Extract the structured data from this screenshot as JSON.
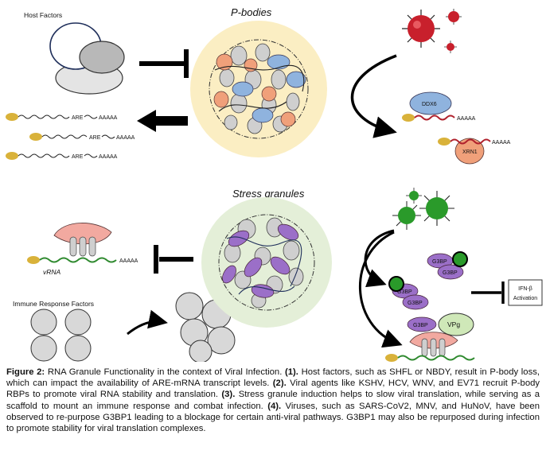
{
  "top_panel": {
    "title": "P-bodies",
    "host_factors_label": "Host Factors",
    "transcripts": [
      {
        "tag": "ARE",
        "tail": "AAAAA"
      },
      {
        "tag": "ARE",
        "tail": "AAAAA"
      },
      {
        "tag": "ARE",
        "tail": "AAAAA"
      }
    ],
    "ddx_label": "DDX6",
    "xrn_label": "XRN1",
    "capped_tail": "AAAAA"
  },
  "bottom_panel": {
    "title": "Stress granules",
    "vrna_label": "vRNA",
    "vrna_tail": "AAAAA",
    "immune_label": "Immune Response Factors",
    "ifn_label_line1": "IFN-β",
    "ifn_label_line2": "Activation",
    "g3bp_label": "G3BP",
    "vpg_label": "VPg"
  },
  "caption": {
    "prefix": "Figure 2:",
    "title": "RNA Granule Functionality in the context of Viral Infection.",
    "s1_num": "(1).",
    "s1": "Host factors, such as SHFL or NBDY, result in P-body loss, which can impact the availability of ARE-mRNA transcript levels.",
    "s2_num": "(2).",
    "s2": "Viral agents like KSHV, HCV, WNV, and EV71 recruit P-body RBPs to promote viral RNA stability and translation.",
    "s3_num": "(3).",
    "s3": "Stress granule induction helps to slow viral translation, while serving as a scaffold to mount an immune response and combat infection.",
    "s4_num": "(4).",
    "s4": "Viruses, such as SARS-CoV2, MNV, and HuNoV, have been observed to re-purpose G3BP1 leading to a blockage for certain anti-viral pathways. G3BP1 may also be repurposed during infection to promote stability for viral translation complexes."
  },
  "colors": {
    "pbody_bg": "#fbeec3",
    "sg_bg": "#e4efd8",
    "virus_red": "#c8202c",
    "virus_green": "#2a9a2a",
    "blue_protein": "#8fb3de",
    "orange_protein": "#f0a07a",
    "purple_protein": "#9b6fc8",
    "pink_protein": "#f2a9a0",
    "cap_yellow": "#d9b23a",
    "rna_green": "#2f8a2f",
    "rna_red": "#b0212d"
  }
}
